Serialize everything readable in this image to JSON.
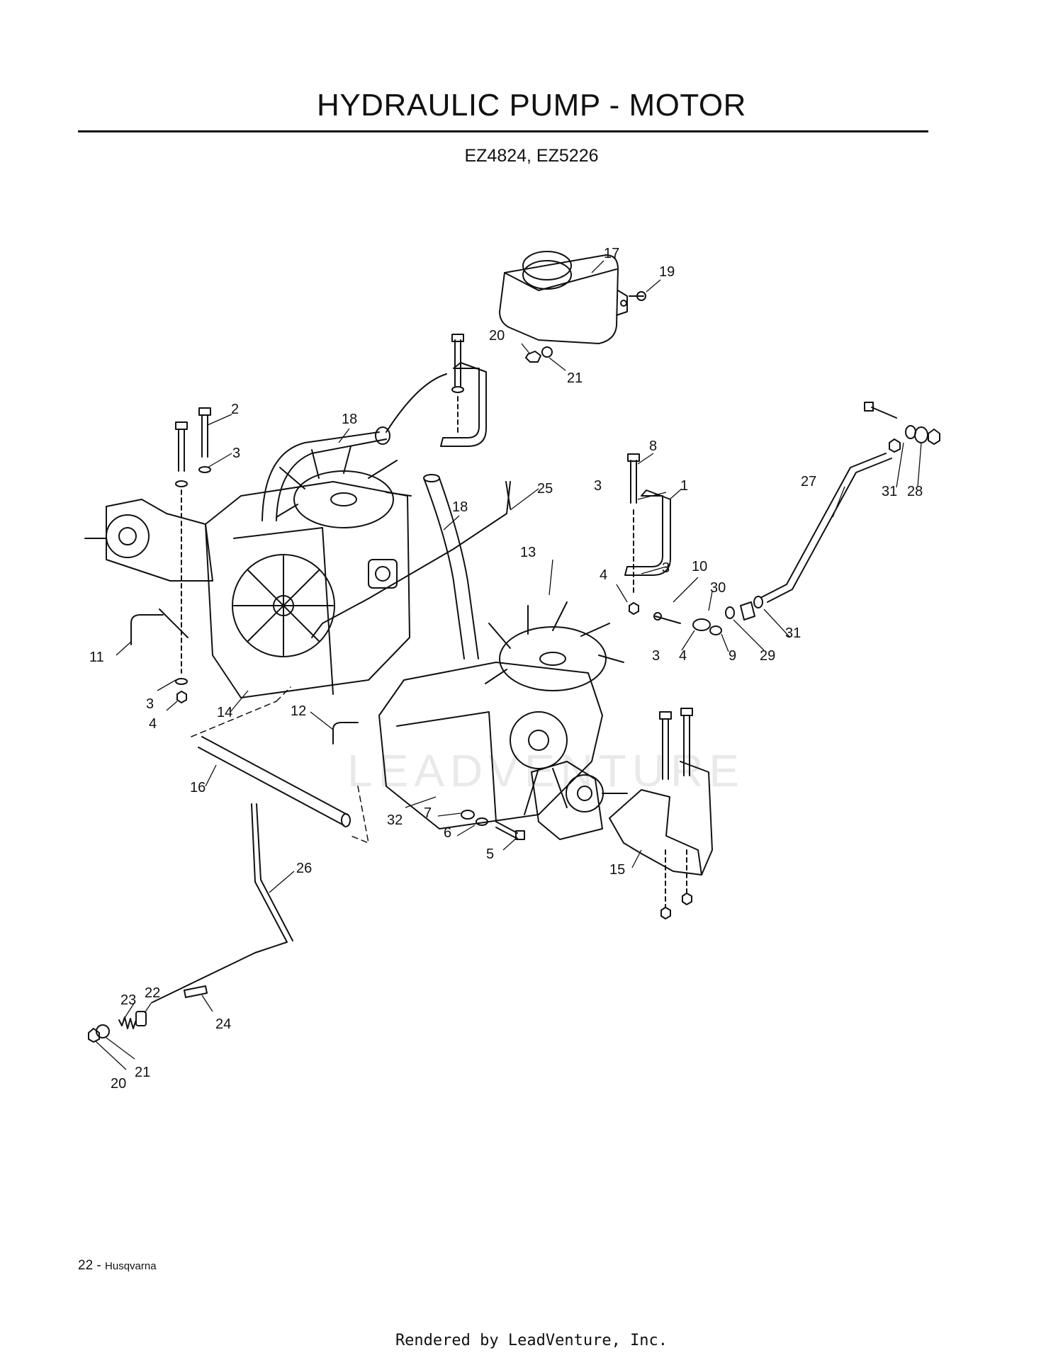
{
  "page": {
    "title": "HYDRAULIC PUMP - MOTOR",
    "subtitle": "EZ4824, EZ5226",
    "page_number": "22",
    "page_brand": "Husqvarna",
    "rendered_by": "Rendered by LeadVenture, Inc.",
    "watermark": "LEADVENTURE"
  },
  "callouts": [
    {
      "id": "c1",
      "label": "1"
    },
    {
      "id": "c2",
      "label": "2"
    },
    {
      "id": "c3a",
      "label": "3"
    },
    {
      "id": "c3b",
      "label": "3"
    },
    {
      "id": "c3c",
      "label": "3"
    },
    {
      "id": "c3d",
      "label": "3"
    },
    {
      "id": "c3e",
      "label": "3"
    },
    {
      "id": "c4a",
      "label": "4"
    },
    {
      "id": "c4b",
      "label": "4"
    },
    {
      "id": "c4c",
      "label": "4"
    },
    {
      "id": "c5",
      "label": "5"
    },
    {
      "id": "c6",
      "label": "6"
    },
    {
      "id": "c7",
      "label": "7"
    },
    {
      "id": "c8",
      "label": "8"
    },
    {
      "id": "c9",
      "label": "9"
    },
    {
      "id": "c10",
      "label": "10"
    },
    {
      "id": "c11",
      "label": "11"
    },
    {
      "id": "c12",
      "label": "12"
    },
    {
      "id": "c13",
      "label": "13"
    },
    {
      "id": "c14",
      "label": "14"
    },
    {
      "id": "c15",
      "label": "15"
    },
    {
      "id": "c16",
      "label": "16"
    },
    {
      "id": "c17",
      "label": "17"
    },
    {
      "id": "c18a",
      "label": "18"
    },
    {
      "id": "c18b",
      "label": "18"
    },
    {
      "id": "c19",
      "label": "19"
    },
    {
      "id": "c20a",
      "label": "20"
    },
    {
      "id": "c20b",
      "label": "20"
    },
    {
      "id": "c21a",
      "label": "21"
    },
    {
      "id": "c21b",
      "label": "21"
    },
    {
      "id": "c22",
      "label": "22"
    },
    {
      "id": "c23",
      "label": "23"
    },
    {
      "id": "c24",
      "label": "24"
    },
    {
      "id": "c25",
      "label": "25"
    },
    {
      "id": "c26",
      "label": "26"
    },
    {
      "id": "c27",
      "label": "27"
    },
    {
      "id": "c28",
      "label": "28"
    },
    {
      "id": "c29",
      "label": "29"
    },
    {
      "id": "c30",
      "label": "30"
    },
    {
      "id": "c31a",
      "label": "31"
    },
    {
      "id": "c31b",
      "label": "31"
    },
    {
      "id": "c32",
      "label": "32"
    }
  ]
}
